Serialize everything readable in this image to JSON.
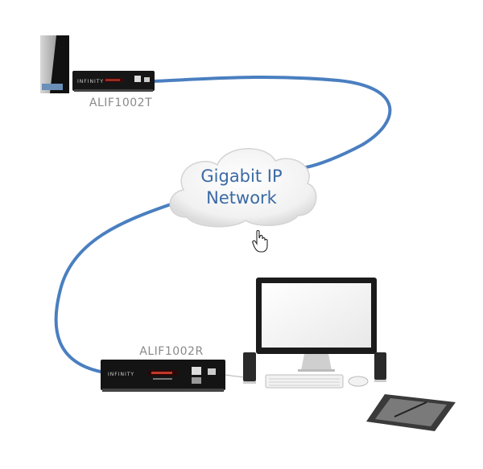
{
  "transmitter": {
    "label": "ALIF1002T",
    "brand": "INFINITY"
  },
  "receiver": {
    "label": "ALIF1002R",
    "brand": "INFINITY"
  },
  "network": {
    "line1": "Gigabit IP",
    "line2": "Network"
  },
  "colors": {
    "cable": "#4a7fc0",
    "cloud_text": "#3a6aa5",
    "device": "#1a1a1a"
  }
}
